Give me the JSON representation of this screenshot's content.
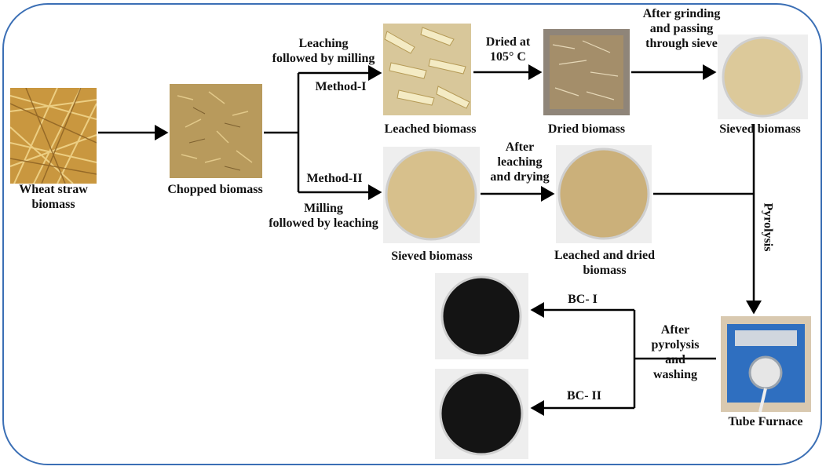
{
  "labels": {
    "wheat_straw": "Wheat straw\nbiomass",
    "chopped": "Chopped biomass",
    "leaching_milling": "Leaching\nfollowed by milling",
    "method1": "Method-I",
    "method2": "Method-II",
    "milling_leaching": "Milling\nfollowed by leaching",
    "leached": "Leached biomass",
    "dried_at": "Dried at\n105° C",
    "dried": "Dried biomass",
    "after_grinding": "After grinding\nand passing\nthrough sieve",
    "sieved_top": "Sieved biomass",
    "sieved_mid": "Sieved biomass",
    "after_leach_dry": "After\nleaching\nand drying",
    "leached_dried": "Leached and dried\nbiomass",
    "pyrolysis": "Pyrolysis",
    "tube_furnace": "Tube Furnace",
    "after_pyrolysis": "After\npyrolysis\nand\nwashing",
    "bc1": "BC- I",
    "bc2": "BC- II"
  },
  "colors": {
    "frame": "#3b6fb5",
    "arrow": "#000000",
    "straw": "#c9973f",
    "chopped": "#b89a5c",
    "leached": "#e7d9a8",
    "dried": "#a48e6a",
    "sieved": "#dcc99a",
    "biochar": "#141414",
    "furnace": "#2f6fc0"
  }
}
